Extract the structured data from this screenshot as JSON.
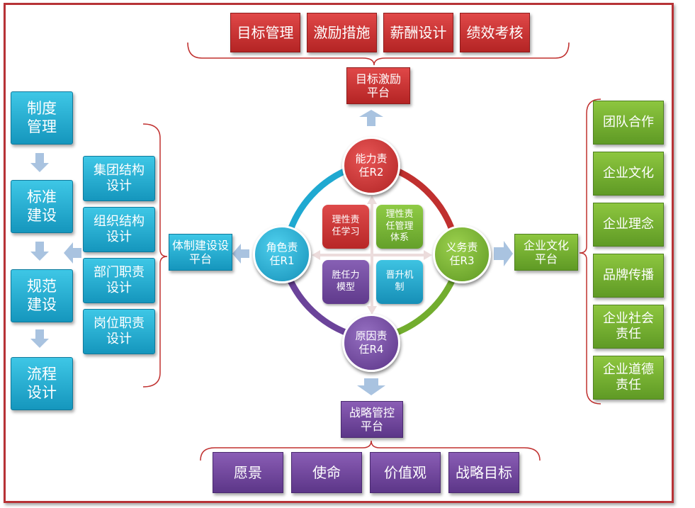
{
  "top_items": [
    "目标管理",
    "激励措施",
    "薪酬设计",
    "绩效考核"
  ],
  "top_platform": [
    "目标激励",
    "平台"
  ],
  "left_column": [
    [
      "制度",
      "管理"
    ],
    [
      "标准",
      "建设"
    ],
    [
      "规范",
      "建设"
    ],
    [
      "流程",
      "设计"
    ]
  ],
  "left_design": [
    [
      "集团结构",
      "设计"
    ],
    [
      "组织结构",
      "设计"
    ],
    [
      "部门职责",
      "设计"
    ],
    [
      "岗位职责",
      "设计"
    ]
  ],
  "left_platform": [
    "体制建设设",
    "平台"
  ],
  "right_platform": [
    "企业文化",
    "平台"
  ],
  "right_items": [
    [
      "团队合作"
    ],
    [
      "企业文化"
    ],
    [
      "企业理念"
    ],
    [
      "品牌传播"
    ],
    [
      "企业社会",
      "责任"
    ],
    [
      "企业道德",
      "责任"
    ]
  ],
  "bottom_platform": [
    "战略管控",
    "平台"
  ],
  "bottom_items": [
    "愿景",
    "使命",
    "价值观",
    "战略目标"
  ],
  "circles": {
    "top": [
      "能力责",
      "任R2"
    ],
    "left": [
      "角色责",
      "任R1"
    ],
    "right": [
      "义务责",
      "任R3"
    ],
    "bottom": [
      "原因责",
      "任R4"
    ]
  },
  "inner": {
    "top_left": [
      "理性责",
      "任学习"
    ],
    "top_right": [
      "理性责",
      "任管理",
      "体系"
    ],
    "bottom_left": [
      "胜任力",
      "模型"
    ],
    "bottom_right": [
      "晋升机",
      "制"
    ]
  },
  "colors": {
    "red": "#c0302f",
    "blue": "#1fa9d1",
    "green": "#72ad2e",
    "purple": "#6b439a",
    "arrow": "#a9c3e0"
  }
}
